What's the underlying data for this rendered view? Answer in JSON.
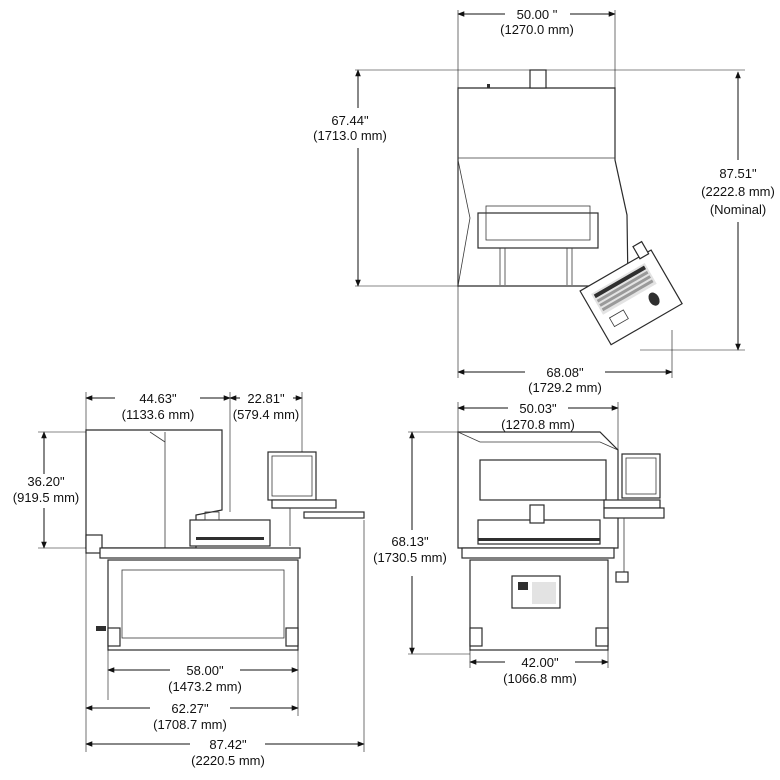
{
  "dimensions": {
    "top_width": {
      "in": "50.00 \"",
      "mm": "(1270.0 mm)"
    },
    "top_depth": {
      "in": "67.44\"",
      "mm": "(1713.0 mm)"
    },
    "top_overall": {
      "in": "87.51\"",
      "mm": "(2222.8 mm)",
      "note": "(Nominal)"
    },
    "top_overall_width": {
      "in": "68.08\"",
      "mm": "(1729.2 mm)"
    },
    "side_hood": {
      "in": "44.63\"",
      "mm": "(1133.6 mm)"
    },
    "side_arm": {
      "in": "22.81\"",
      "mm": "(579.4 mm)"
    },
    "side_height": {
      "in": "36.20\"",
      "mm": "(919.5 mm)"
    },
    "front_width": {
      "in": "50.03\"",
      "mm": "(1270.8 mm)"
    },
    "front_height": {
      "in": "68.13\"",
      "mm": "(1730.5 mm)"
    },
    "side_base": {
      "in": "58.00\"",
      "mm": "(1473.2 mm)"
    },
    "front_base": {
      "in": "42.00\"",
      "mm": "(1066.8 mm)"
    },
    "side_stand": {
      "in": "62.27\"",
      "mm": "(1708.7 mm)"
    },
    "side_overall": {
      "in": "87.42\"",
      "mm": "(2220.5 mm)"
    }
  }
}
